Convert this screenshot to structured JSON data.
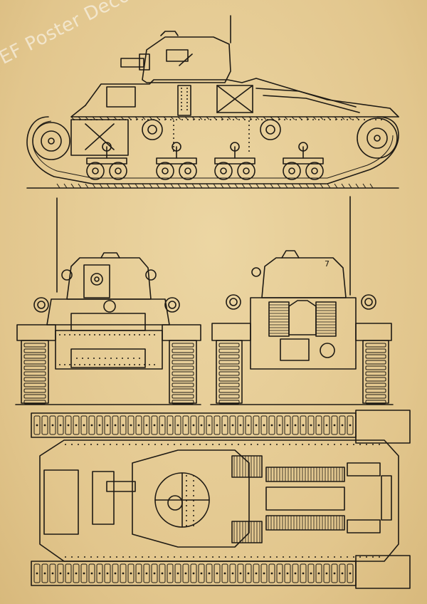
{
  "watermark": {
    "text": "EF Poster Decor Store"
  },
  "turret_mark": {
    "text": "7"
  },
  "colors": {
    "paper": "#e6cc95",
    "ink": "#1e1a14",
    "watermark": "#ffffff"
  },
  "views": [
    "side-view",
    "front-view",
    "rear-view",
    "top-view"
  ]
}
